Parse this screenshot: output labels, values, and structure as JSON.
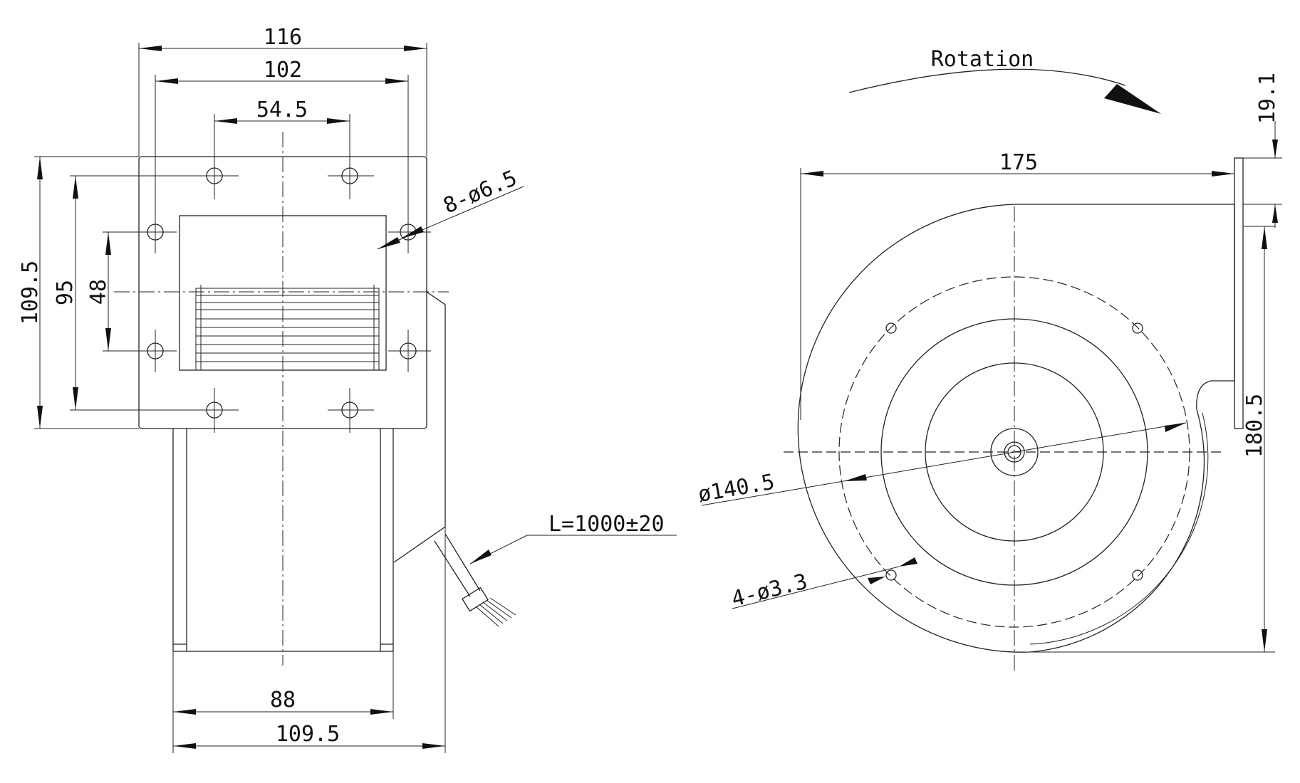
{
  "drawing": {
    "side_view": {
      "dim_116": "116",
      "dim_102": "102",
      "dim_54_5": "54.5",
      "dim_109_5_height": "109.5",
      "dim_95": "95",
      "dim_48": "48",
      "dim_holes": "8-ø6.5",
      "dim_cable": "L=1000±20",
      "dim_88": "88",
      "dim_109_5_width": "109.5"
    },
    "front_view": {
      "rotation_label": "Rotation",
      "dim_175": "175",
      "dim_19_1": "19.1",
      "dim_180_5": "180.5",
      "dim_diameter": "ø140.5",
      "dim_mount_holes": "4-ø3.3"
    }
  }
}
